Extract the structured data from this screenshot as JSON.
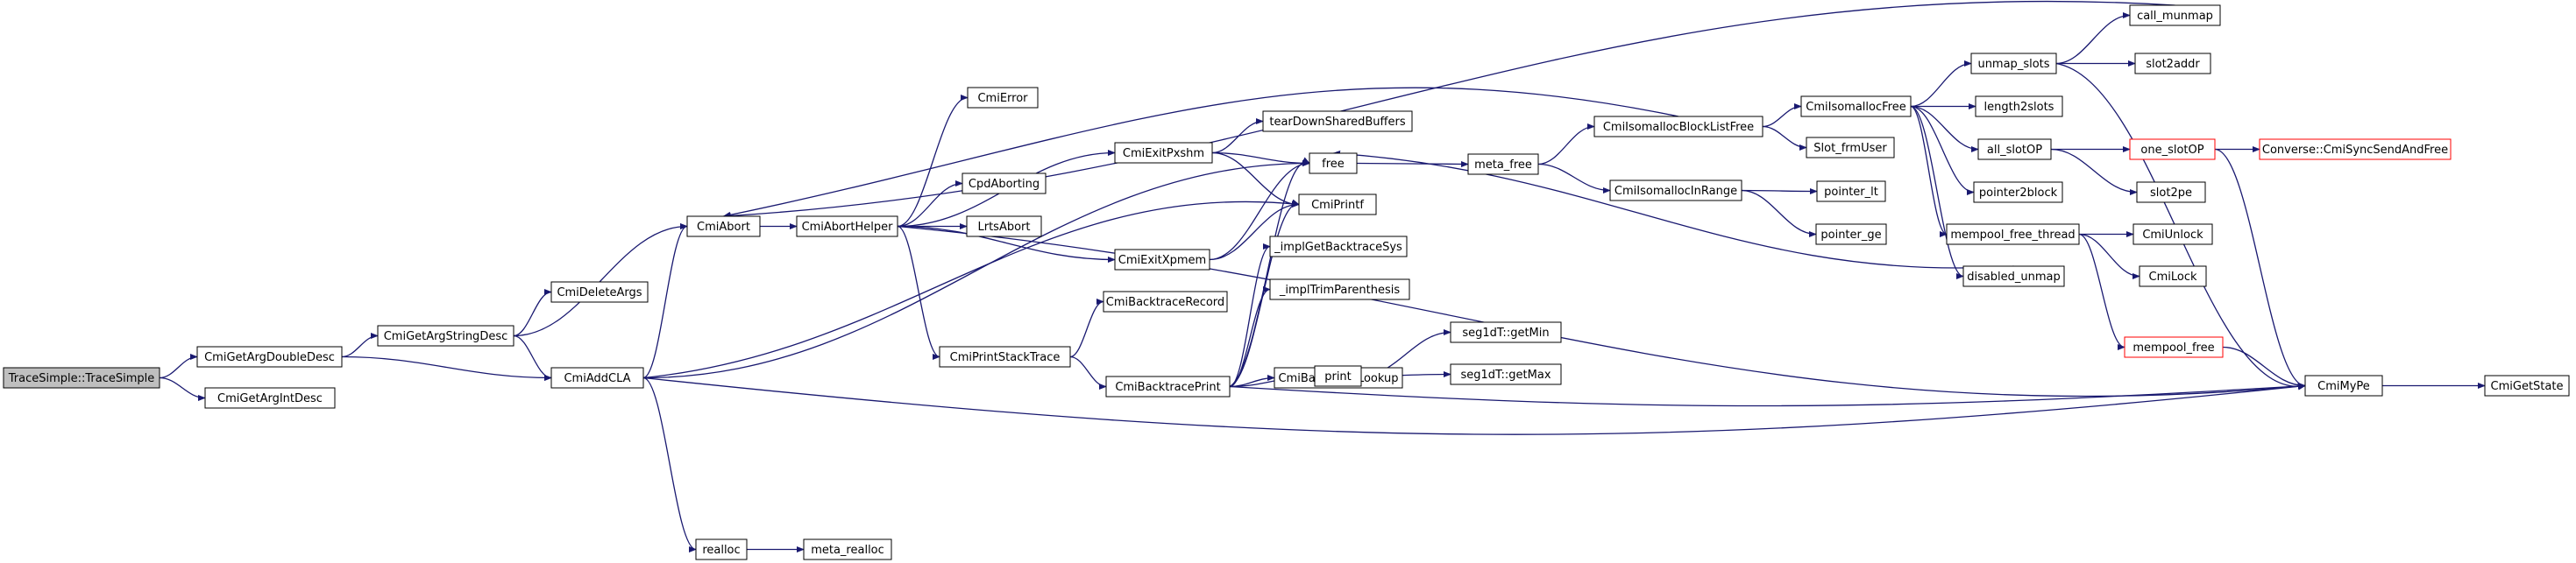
{
  "colors": {
    "edge": "#191970",
    "node_border": "#000000",
    "truncated_border": "#ff0000",
    "root_fill": "#bfbfbf",
    "node_fill": "#ffffff"
  },
  "nodes": [
    {
      "id": "n_traceSimple",
      "label": "TraceSimple::TraceSimple",
      "kind": "root"
    },
    {
      "id": "n_getArgDouble",
      "label": "CmiGetArgDoubleDesc",
      "kind": "normal"
    },
    {
      "id": "n_getArgInt",
      "label": "CmiGetArgIntDesc",
      "kind": "normal"
    },
    {
      "id": "n_getArgString",
      "label": "CmiGetArgStringDesc",
      "kind": "normal"
    },
    {
      "id": "n_deleteArgs",
      "label": "CmiDeleteArgs",
      "kind": "normal"
    },
    {
      "id": "n_addCLA",
      "label": "CmiAddCLA",
      "kind": "normal"
    },
    {
      "id": "n_abort",
      "label": "CmiAbort",
      "kind": "normal"
    },
    {
      "id": "n_abortHelper",
      "label": "CmiAbortHelper",
      "kind": "normal"
    },
    {
      "id": "n_realloc",
      "label": "realloc",
      "kind": "normal"
    },
    {
      "id": "n_metaRealloc",
      "label": "meta_realloc",
      "kind": "normal"
    },
    {
      "id": "n_error",
      "label": "CmiError",
      "kind": "normal"
    },
    {
      "id": "n_cpdAborting",
      "label": "CpdAborting",
      "kind": "normal"
    },
    {
      "id": "n_lrtsAbort",
      "label": "LrtsAbort",
      "kind": "normal"
    },
    {
      "id": "n_exitPxshm",
      "label": "CmiExitPxshm",
      "kind": "normal"
    },
    {
      "id": "n_exitXpmem",
      "label": "CmiExitXpmem",
      "kind": "normal"
    },
    {
      "id": "n_printStack",
      "label": "CmiPrintStackTrace",
      "kind": "normal"
    },
    {
      "id": "n_tearDown",
      "label": "tearDownSharedBuffers",
      "kind": "normal"
    },
    {
      "id": "n_free",
      "label": "free",
      "kind": "normal"
    },
    {
      "id": "n_printf",
      "label": "CmiPrintf",
      "kind": "normal"
    },
    {
      "id": "n_implGetBt",
      "label": "_implGetBacktraceSys",
      "kind": "normal"
    },
    {
      "id": "n_implTrim",
      "label": "_implTrimParenthesis",
      "kind": "normal"
    },
    {
      "id": "n_btRecord",
      "label": "CmiBacktraceRecord",
      "kind": "normal"
    },
    {
      "id": "n_btLookup",
      "label": "CmiBacktraceLookup",
      "kind": "normal"
    },
    {
      "id": "n_btPrint",
      "label": "CmiBacktracePrint",
      "kind": "normal"
    },
    {
      "id": "n_print",
      "label": "print",
      "kind": "normal"
    },
    {
      "id": "n_metaFree",
      "label": "meta_free",
      "kind": "normal"
    },
    {
      "id": "n_getMin",
      "label": "seg1dT::getMin",
      "kind": "normal"
    },
    {
      "id": "n_getMax",
      "label": "seg1dT::getMax",
      "kind": "normal"
    },
    {
      "id": "n_blockListFree",
      "label": "CmiIsomallocBlockListFree",
      "kind": "normal"
    },
    {
      "id": "n_isoInRange",
      "label": "CmiIsomallocInRange",
      "kind": "normal"
    },
    {
      "id": "n_pointerLt",
      "label": "pointer_lt",
      "kind": "normal"
    },
    {
      "id": "n_pointerGe",
      "label": "pointer_ge",
      "kind": "normal"
    },
    {
      "id": "n_isoFree",
      "label": "CmiIsomallocFree",
      "kind": "normal"
    },
    {
      "id": "n_slotFrmUser",
      "label": "Slot_frmUser",
      "kind": "normal"
    },
    {
      "id": "n_unmapSlots",
      "label": "unmap_slots",
      "kind": "normal"
    },
    {
      "id": "n_length2slots",
      "label": "length2slots",
      "kind": "normal"
    },
    {
      "id": "n_allSlotOP",
      "label": "all_slotOP",
      "kind": "normal"
    },
    {
      "id": "n_pointer2block",
      "label": "pointer2block",
      "kind": "normal"
    },
    {
      "id": "n_mempoolFreeThread",
      "label": "mempool_free_thread",
      "kind": "normal"
    },
    {
      "id": "n_disabledUnmap",
      "label": "disabled_unmap",
      "kind": "normal"
    },
    {
      "id": "n_callMunmap",
      "label": "call_munmap",
      "kind": "normal"
    },
    {
      "id": "n_slot2addr",
      "label": "slot2addr",
      "kind": "normal"
    },
    {
      "id": "n_oneSlotOP",
      "label": "one_slotOP",
      "kind": "truncated"
    },
    {
      "id": "n_slot2pe",
      "label": "slot2pe",
      "kind": "normal"
    },
    {
      "id": "n_cmiUnlock",
      "label": "CmiUnlock",
      "kind": "normal"
    },
    {
      "id": "n_cmiLock",
      "label": "CmiLock",
      "kind": "normal"
    },
    {
      "id": "n_mempoolFree",
      "label": "mempool_free",
      "kind": "truncated"
    },
    {
      "id": "n_syncSend",
      "label": "Converse::CmiSyncSendAndFree",
      "kind": "truncated"
    },
    {
      "id": "n_myPe",
      "label": "CmiMyPe",
      "kind": "normal"
    },
    {
      "id": "n_getState",
      "label": "CmiGetState",
      "kind": "normal"
    }
  ]
}
